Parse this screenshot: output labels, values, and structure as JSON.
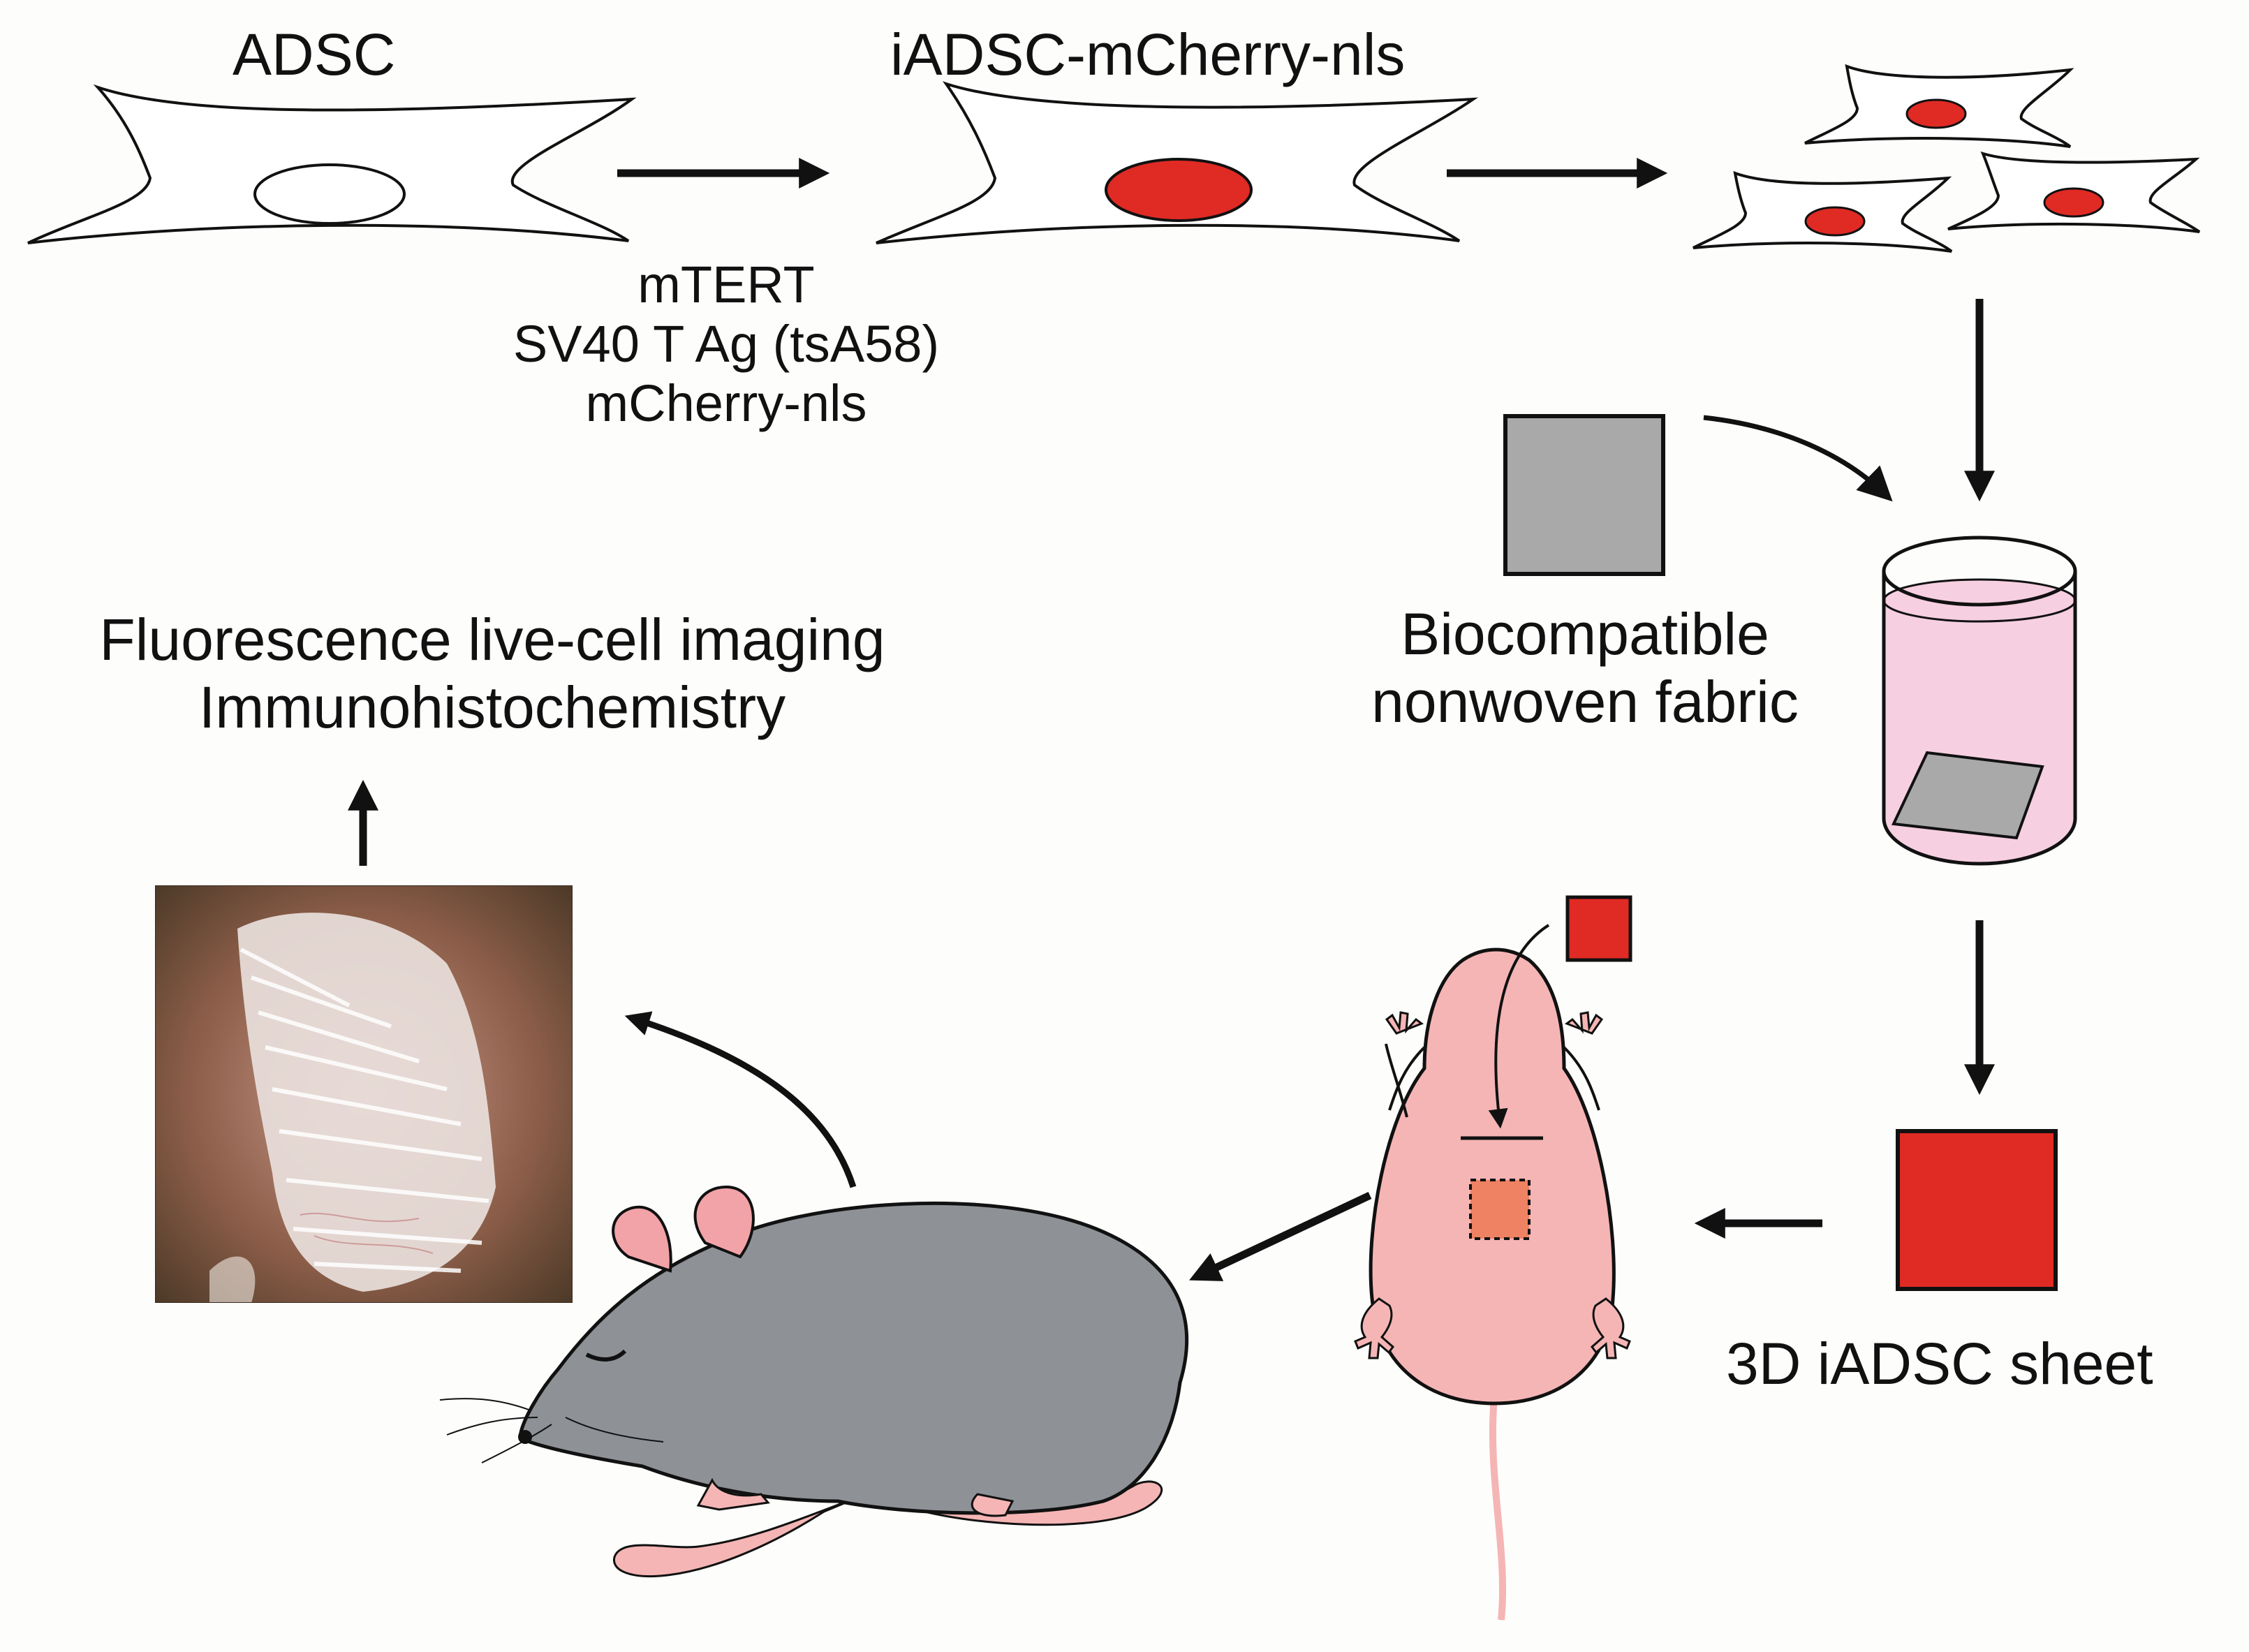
{
  "labels": {
    "adsc": "ADSC",
    "iadsc": "iADSC-mCherry-nls",
    "factors": [
      "mTERT",
      "SV40 T Ag (tsA58)",
      "mCherry-nls"
    ],
    "fabric": [
      "Biocompatible",
      "nonwoven fabric"
    ],
    "sheet": "3D iADSC sheet",
    "analysis": [
      "Fluorescence live-cell imaging",
      "Immunohistochemistry"
    ]
  },
  "icons": {
    "cell_plain": "stem-cell-icon",
    "cell_labeled": "labeled-cell-icon",
    "culture_dish": "culture-dish-icon",
    "fabric": "fabric-square-icon",
    "sheet": "cell-sheet-icon",
    "nude_mouse": "nude-mouse-icon",
    "mouse": "host-mouse-icon",
    "explant_photo": "explant-photo"
  },
  "colors": {
    "nucleus_red": "#e02a24",
    "fabric_gray": "#a9a9a9",
    "medium_pink": "#f6cfe0",
    "mouse_gray": "#8e9196",
    "skin_pink": "#f5b5b5",
    "ear_pink": "#f2a3a8",
    "graft_orange": "#ef8262",
    "ink": "#111111"
  }
}
